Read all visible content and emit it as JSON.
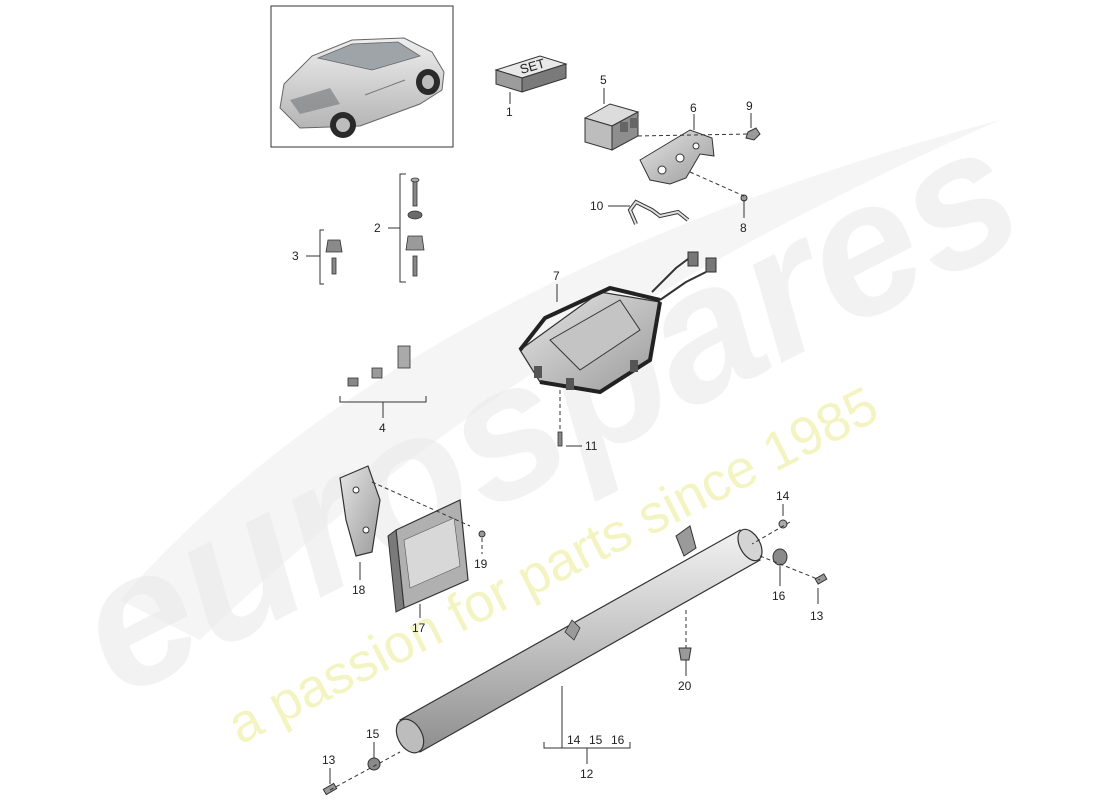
{
  "watermark": {
    "brand": "eurospares",
    "tagline": "a passion for parts since 1985"
  },
  "set_box": {
    "text": "SET"
  },
  "callouts": {
    "c1": "1",
    "c2": "2",
    "c3": "3",
    "c4": "4",
    "c5": "5",
    "c6": "6",
    "c7": "7",
    "c8": "8",
    "c9": "9",
    "c10": "10",
    "c11": "11",
    "c12": "12",
    "c13a": "13",
    "c13b": "13",
    "c14a": "14",
    "c14b": "14",
    "c15a": "15",
    "c15b": "15",
    "c16a": "16",
    "c16b": "16",
    "c17": "17",
    "c18": "18",
    "c19": "19",
    "c20": "20"
  }
}
